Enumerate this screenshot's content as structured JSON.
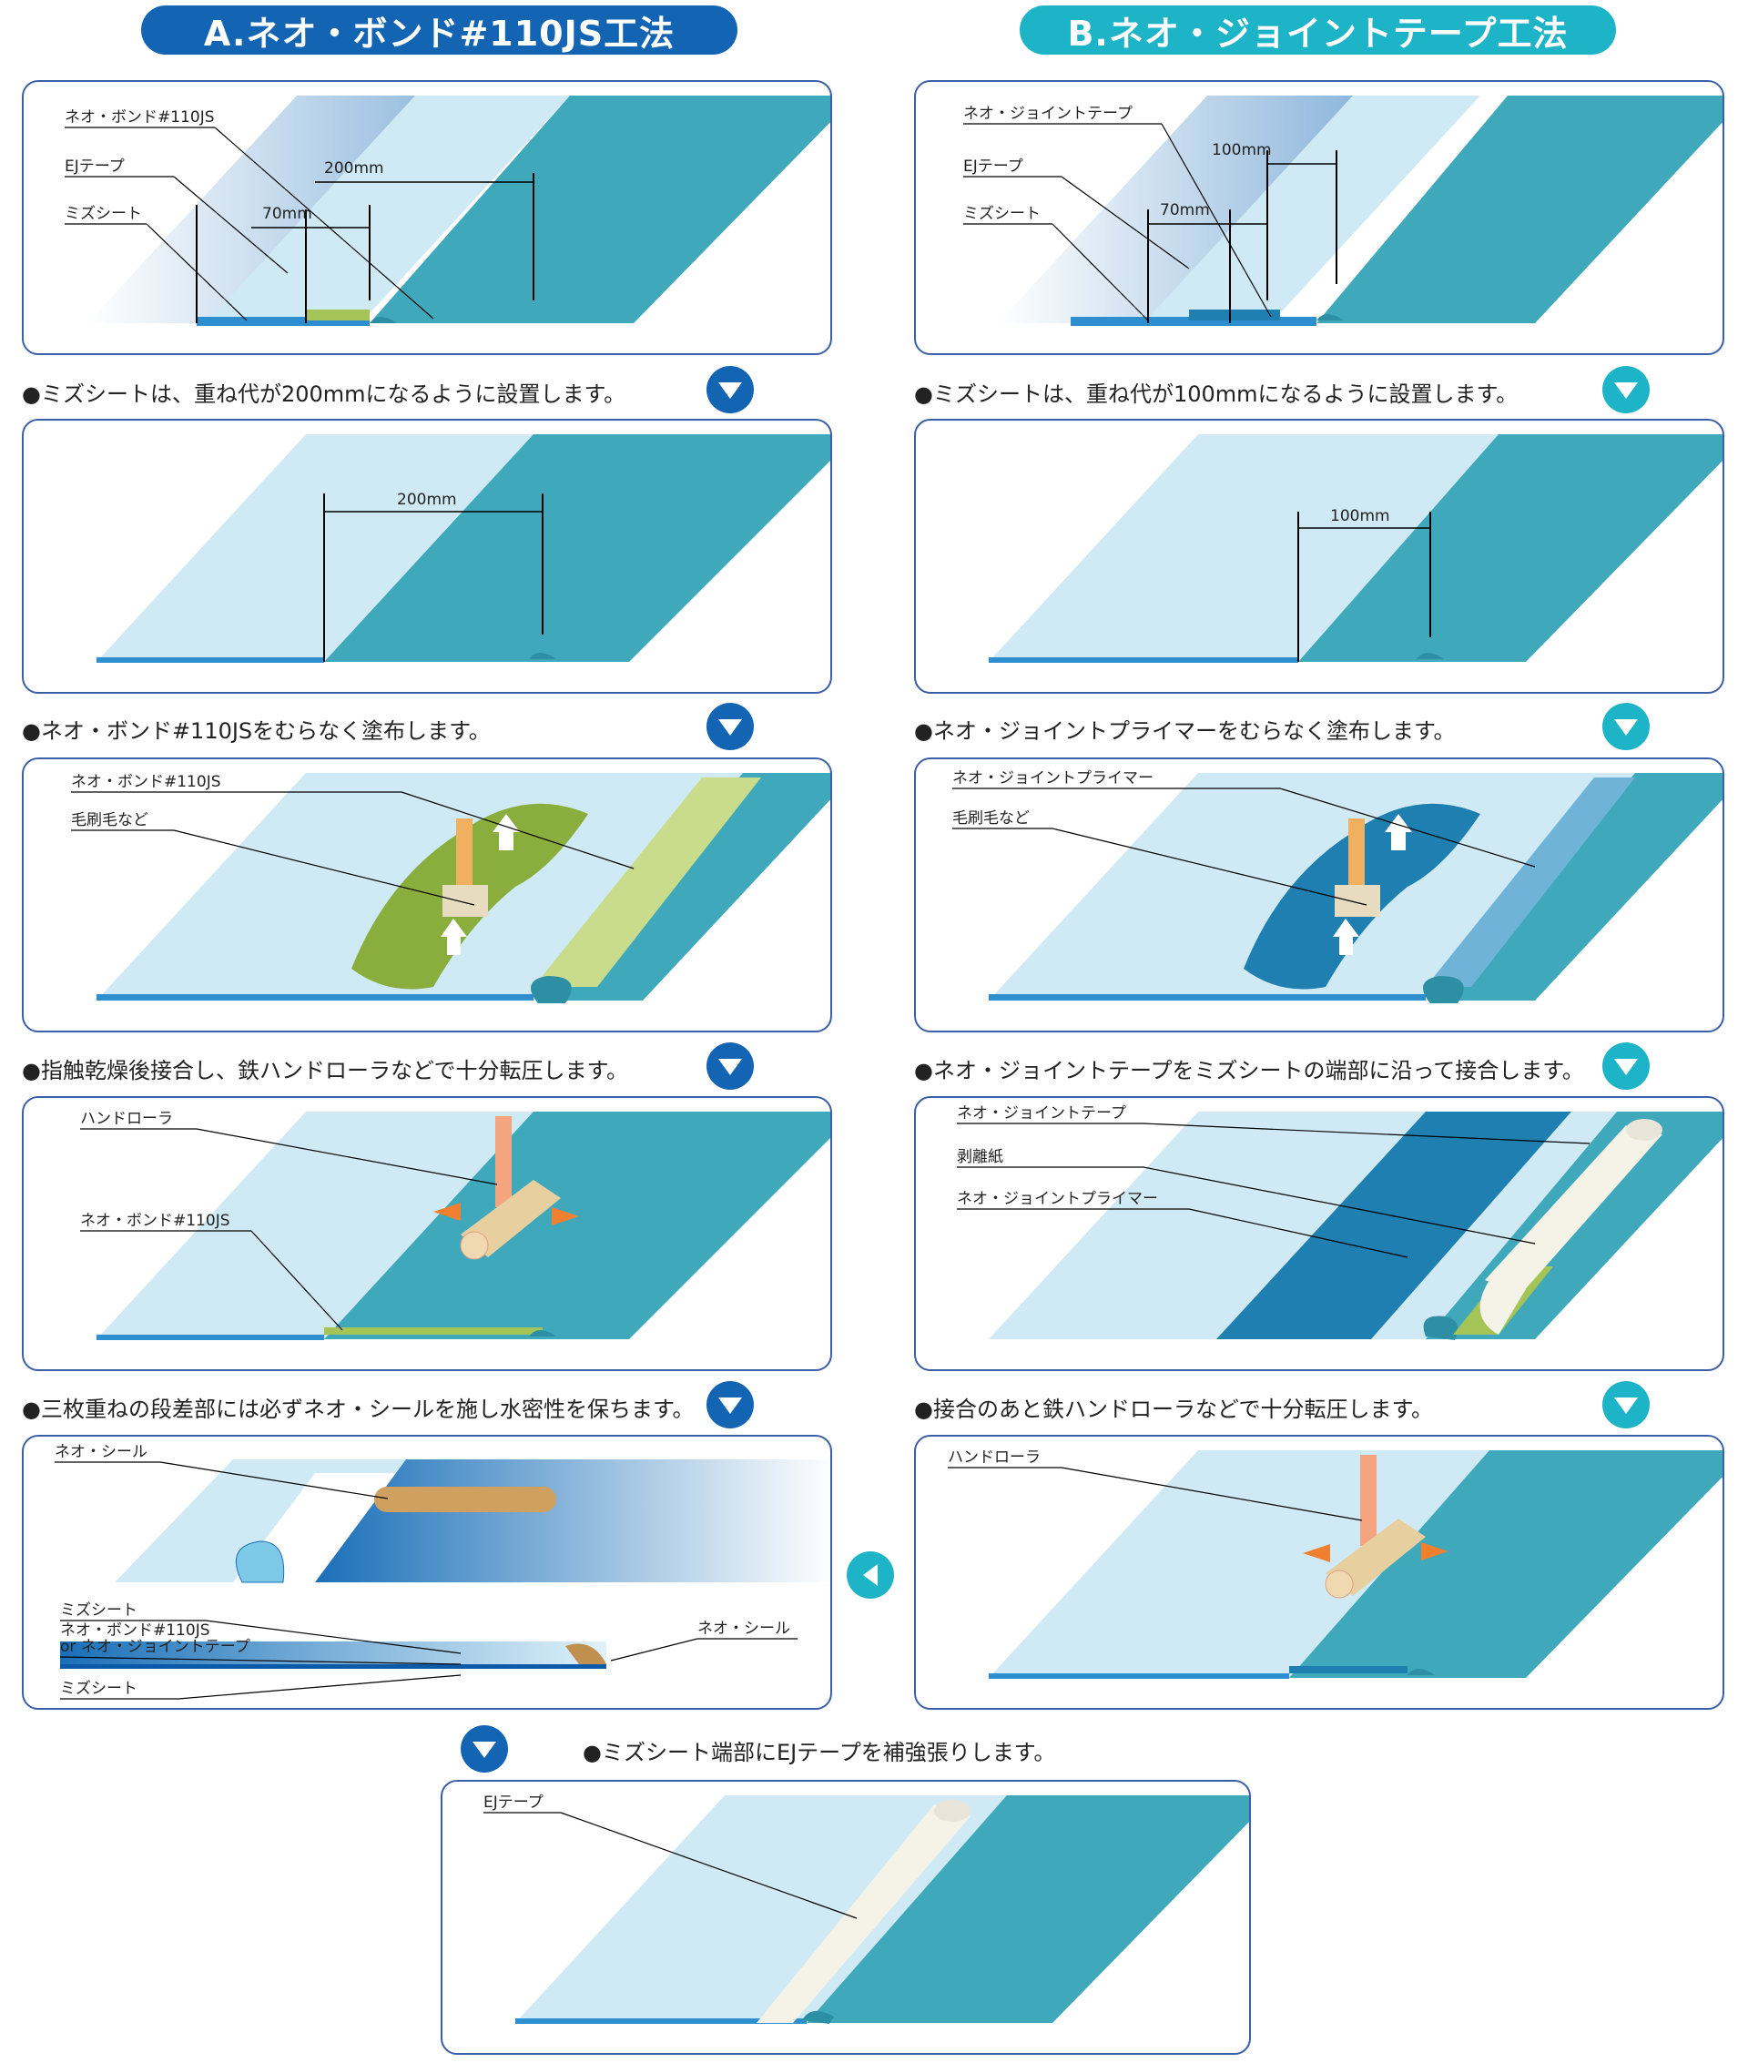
{
  "headers": {
    "a": "A.ネオ・ボンド#110JS工法",
    "b": "B.ネオ・ジョイントテープ工法"
  },
  "colors": {
    "header_a": "#1464b4",
    "header_b": "#1eb4c8",
    "sheet_teal": "#3fa9bb",
    "sheet_light": "#cce9f3",
    "bond_green": "#a4c457",
    "primer_blue": "#1e7fb0",
    "arrow_a": "#1464b4",
    "arrow_b": "#1eb4c8"
  },
  "captions": {
    "a1": "●ミズシートは、重ね代が200mmになるように設置します。",
    "a2": "●ネオ・ボンド#110JSをむらなく塗布します。",
    "a3": "●指触乾燥後接合し、鉄ハンドローラなどで十分転圧します。",
    "a4": "●三枚重ねの段差部には必ずネオ・シールを施し水密性を保ちます。",
    "b1": "●ミズシートは、重ね代が100mmになるように設置します。",
    "b2": "●ネオ・ジョイントプライマーをむらなく塗布します。",
    "b3": "●ネオ・ジョイントテープをミズシートの端部に沿って接合します。",
    "b4": "●接合のあと鉄ハンドローラなどで十分転圧します。",
    "final": "●ミズシート端部にEJテープを補強張りします。"
  },
  "panel_a1": {
    "bond": "ネオ・ボンド#110JS",
    "ej": "EJテープ",
    "sheet": "ミズシート",
    "d200": "200mm",
    "d70": "70mm"
  },
  "panel_a2": {
    "d200": "200mm"
  },
  "panel_a3": {
    "bond": "ネオ・ボンド#110JS",
    "brush": "毛刷毛など"
  },
  "panel_a4": {
    "roller": "ハンドローラ",
    "bond": "ネオ・ボンド#110JS"
  },
  "panel_a5": {
    "seal_top": "ネオ・シール",
    "sheet1": "ミズシート",
    "bond_line1": "ネオ・ボンド#110JS",
    "bond_line2": "or ネオ・ジョイントテープ",
    "sheet2": "ミズシート",
    "seal_right": "ネオ・シール"
  },
  "panel_b1": {
    "tape": "ネオ・ジョイントテープ",
    "ej": "EJテープ",
    "sheet": "ミズシート",
    "d100": "100mm",
    "d70": "70mm"
  },
  "panel_b2": {
    "d100": "100mm"
  },
  "panel_b3": {
    "primer": "ネオ・ジョイントプライマー",
    "brush": "毛刷毛など"
  },
  "panel_b4": {
    "tape": "ネオ・ジョイントテープ",
    "paper": "剥離紙",
    "primer": "ネオ・ジョイントプライマー"
  },
  "panel_b5": {
    "roller": "ハンドローラ"
  },
  "panel_final": {
    "ej": "EJテープ"
  }
}
